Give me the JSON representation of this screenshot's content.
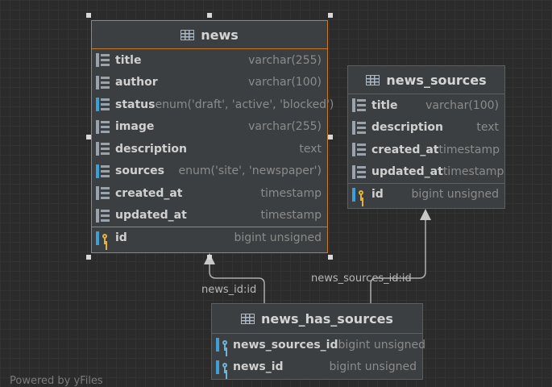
{
  "tables": {
    "news": {
      "name": "news",
      "columns": [
        {
          "name": "title",
          "type": "varchar(255)"
        },
        {
          "name": "author",
          "type": "varchar(100)"
        },
        {
          "name": "status",
          "type": "enum('draft', 'active', 'blocked')"
        },
        {
          "name": "image",
          "type": "varchar(255)"
        },
        {
          "name": "description",
          "type": "text"
        },
        {
          "name": "sources",
          "type": "enum('site', 'newspaper')"
        },
        {
          "name": "created_at",
          "type": "timestamp"
        },
        {
          "name": "updated_at",
          "type": "timestamp"
        }
      ],
      "pk": {
        "name": "id",
        "type": "bigint unsigned"
      }
    },
    "news_sources": {
      "name": "news_sources",
      "columns": [
        {
          "name": "title",
          "type": "varchar(100)"
        },
        {
          "name": "description",
          "type": "text"
        },
        {
          "name": "created_at",
          "type": "timestamp"
        },
        {
          "name": "updated_at",
          "type": "timestamp"
        }
      ],
      "pk": {
        "name": "id",
        "type": "bigint unsigned"
      }
    },
    "news_has_sources": {
      "name": "news_has_sources",
      "columns": [
        {
          "name": "news_sources_id",
          "type": "bigint unsigned"
        },
        {
          "name": "news_id",
          "type": "bigint unsigned"
        }
      ]
    }
  },
  "relations": {
    "news_link": "news_id:id",
    "sources_link": "news_sources_id:id"
  },
  "footer": "Powered by yFiles",
  "colors": {
    "selection": "#c67a2b",
    "background": "#2b2b2b",
    "table_bg": "#3c3f41"
  }
}
